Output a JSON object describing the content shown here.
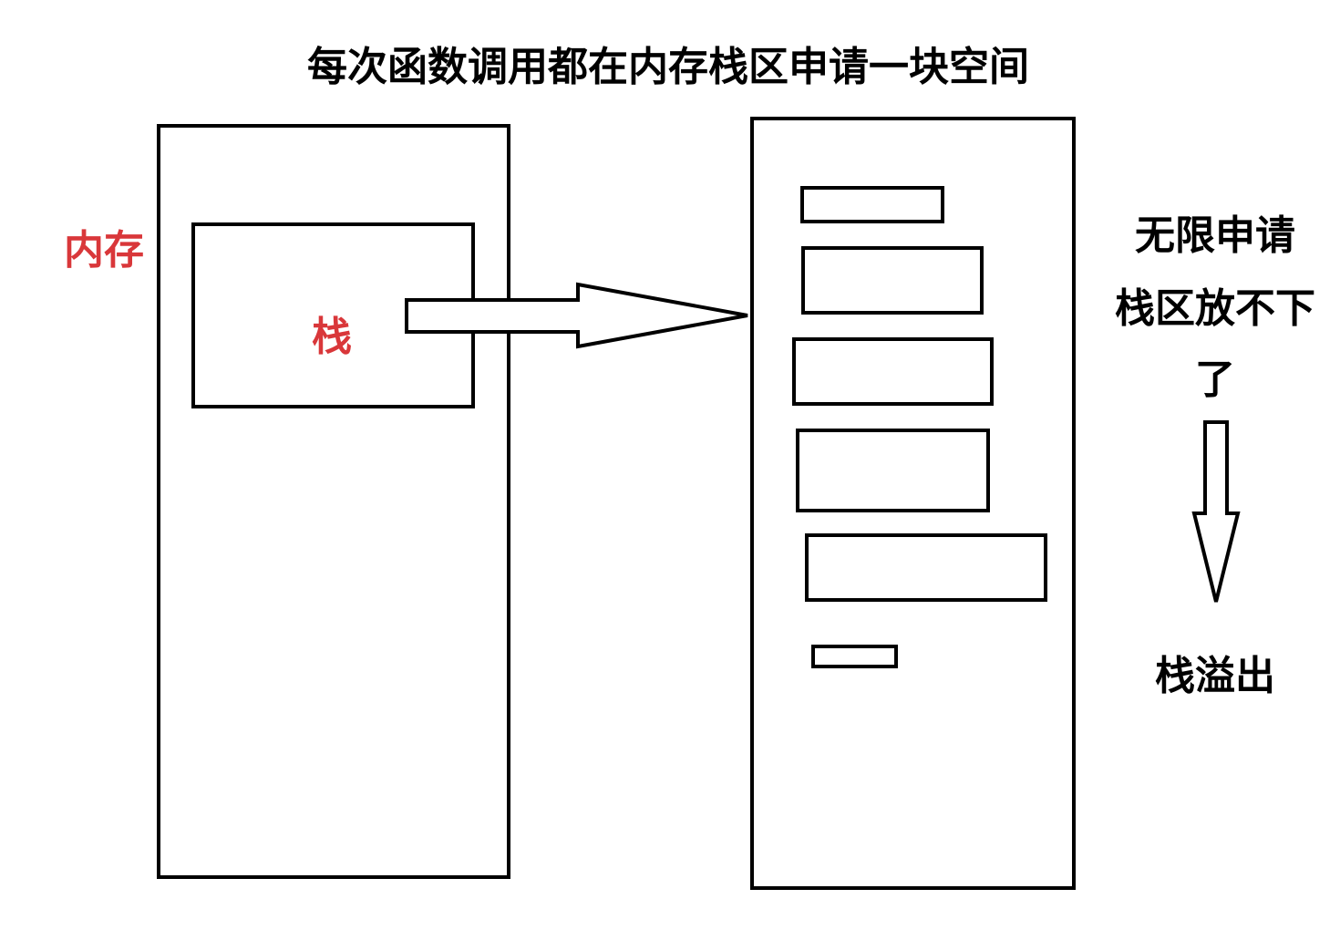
{
  "title": "每次函数调用都在内存栈区申请一块空间",
  "memory_label": "内存",
  "stack_label": "栈",
  "note_lines": [
    "无限申请",
    "栈区放不下",
    "了"
  ],
  "result_label": "栈溢出",
  "colors": {
    "accent": "#d9373a",
    "ink": "#000000",
    "background": "#ffffff"
  }
}
